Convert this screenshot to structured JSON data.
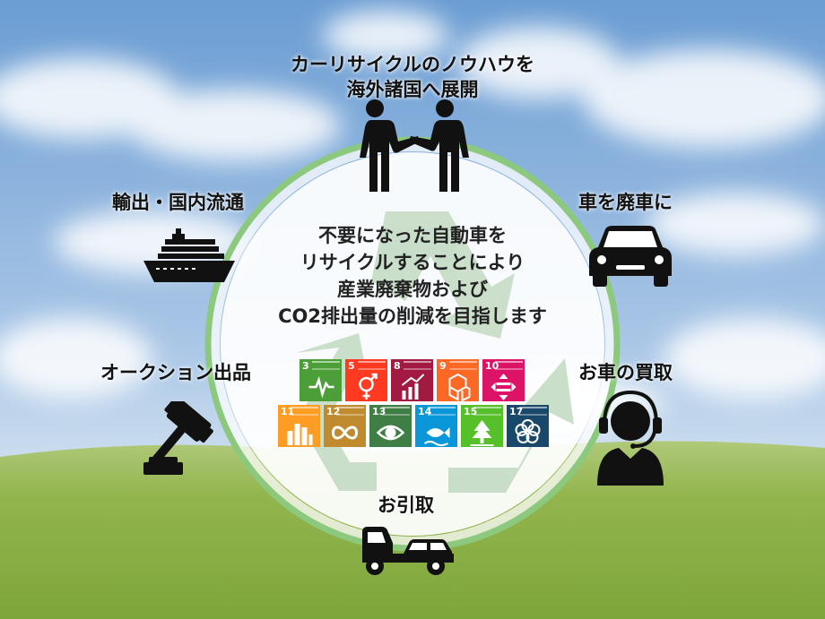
{
  "labels": {
    "top": [
      "カーリサイクルのノウハウを",
      "海外諸国へ展開"
    ],
    "export": "輸出・国内流通",
    "scrap": "車を廃車に",
    "auction": "オークション出品",
    "purchase": "お車の買取",
    "pickup": "お引取"
  },
  "center_message": [
    "不要になった自動車を",
    "リサイクルすることにより",
    "産業廃棄物および",
    "CO2排出量の削減を目指します"
  ],
  "sdg_goals": [
    {
      "number": "3",
      "color": "#4C9F38",
      "icon": "heartbeat-icon"
    },
    {
      "number": "5",
      "color": "#FF3A21",
      "icon": "gender-equality-icon"
    },
    {
      "number": "8",
      "color": "#A21942",
      "icon": "growth-chart-icon"
    },
    {
      "number": "9",
      "color": "#FD6925",
      "icon": "cubes-icon"
    },
    {
      "number": "10",
      "color": "#DD1367",
      "icon": "equality-arrows-icon"
    },
    {
      "number": "11",
      "color": "#FD9D24",
      "icon": "city-icon"
    },
    {
      "number": "12",
      "color": "#BF8B2E",
      "icon": "infinity-icon"
    },
    {
      "number": "13",
      "color": "#3F7E44",
      "icon": "eye-globe-icon"
    },
    {
      "number": "14",
      "color": "#0A97D9",
      "icon": "fish-icon"
    },
    {
      "number": "15",
      "color": "#56C02B",
      "icon": "tree-icon"
    },
    {
      "number": "17",
      "color": "#19486A",
      "icon": "partnership-flower-icon"
    }
  ],
  "colors": {
    "ring": "#8cc97e",
    "recycle_arrows": "#c5dcc5",
    "sky_top": "#6e9fd2",
    "grass": "#8fb44a"
  }
}
